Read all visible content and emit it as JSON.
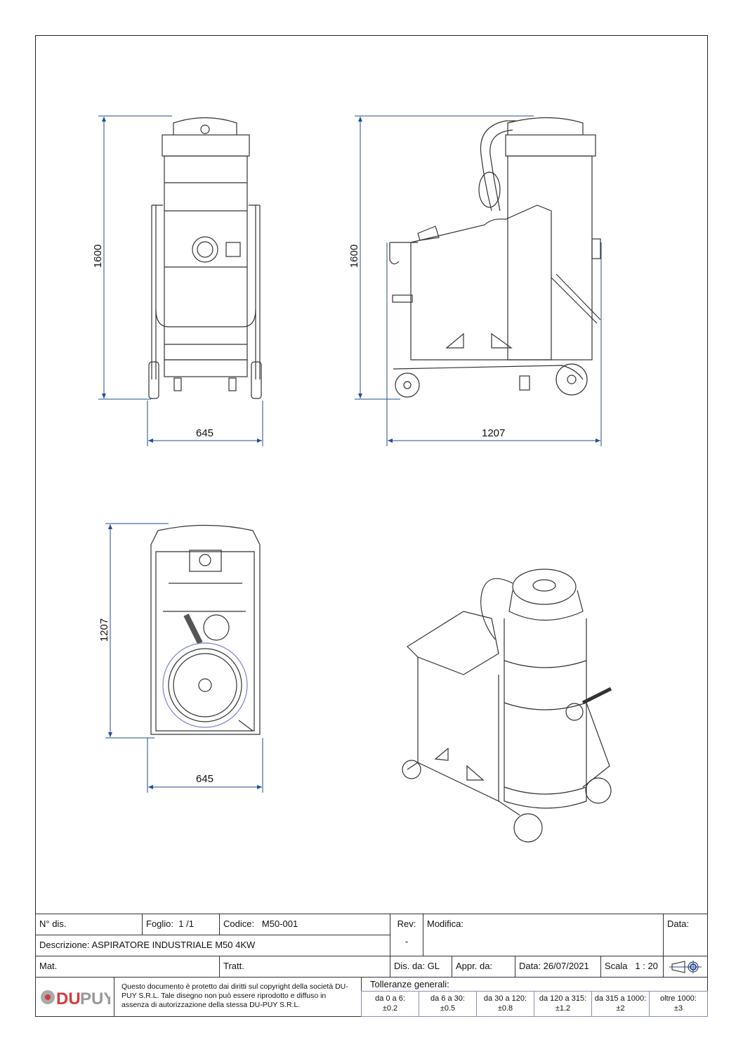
{
  "dimensions": {
    "front_height": "1600",
    "front_width": "645",
    "side_height": "1600",
    "side_length": "1207",
    "top_length": "1207",
    "top_width": "645"
  },
  "title_block": {
    "n_dis_label": "N° dis.",
    "foglio_label": "Foglio:",
    "foglio_value": "1 /1",
    "codice_label": "Codice:",
    "codice_value": "M50-001",
    "rev_label": "Rev:",
    "rev_value": "-",
    "modifica_label": "Modifica:",
    "data_label": "Data:",
    "descrizione_label": "Descrizione:",
    "descrizione_value": "ASPIRATORE INDUSTRIALE M50 4KW",
    "mat_label": "Mat.",
    "tratt_label": "Tratt.",
    "dis_da": "Dis. da: GL",
    "appr_da": "Appr. da:",
    "data_value": "Data: 26/07/2021",
    "scala_label": "Scala",
    "scala_value": "1 : 20",
    "logo_text": "DU-PUY",
    "copyright": "Questo documento è protetto dai diritti sul copyright della società DU-PUY S.R.L. Tale disegno non può essere riprodotto e diffuso in assenza di autorizzazione della stessa DU-PUY S.R.L.",
    "tolerances_title": "Tolleranze generali:",
    "tolerances": [
      {
        "range": "da 0 a 6:",
        "value": "±0.2"
      },
      {
        "range": "da 6 a 30:",
        "value": "±0.5"
      },
      {
        "range": "da 30 a 120:",
        "value": "±0.8"
      },
      {
        "range": "da 120 a 315:",
        "value": "±1.2"
      },
      {
        "range": "da 315 a 1000:",
        "value": "±2"
      },
      {
        "range": "oltre 1000:",
        "value": "±3"
      }
    ]
  },
  "colors": {
    "dimension": "#1f4e9a",
    "line": "#333333",
    "highlight": "#7b7fd6"
  }
}
